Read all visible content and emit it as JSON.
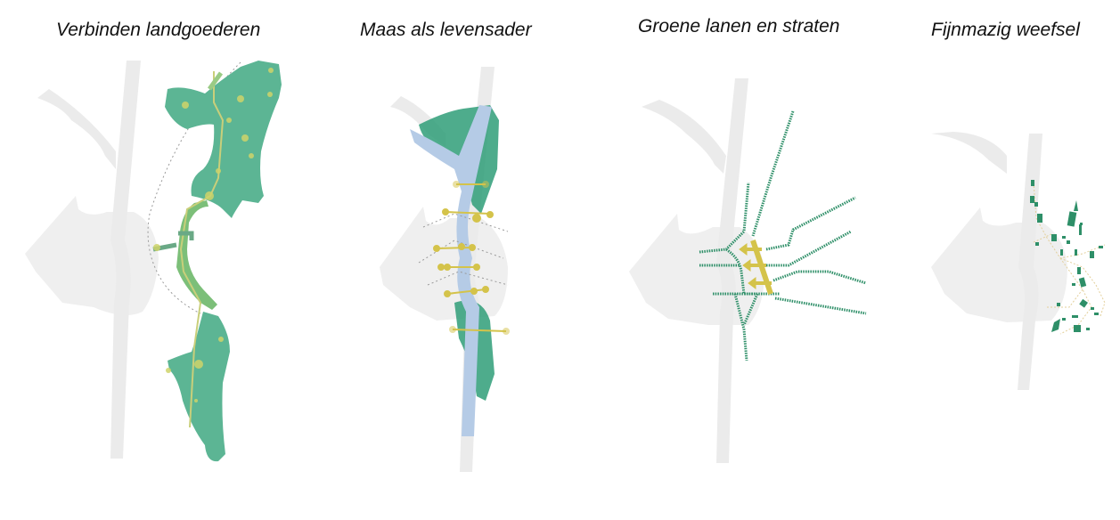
{
  "colors": {
    "background": "#ffffff",
    "base_gray": "#ebebeb",
    "city_gray": "#efefef",
    "green": "#5cb594",
    "dark_green": "#2e8f68",
    "water_blue": "#b5cbe6",
    "yellow": "#d4c34a",
    "path_yellow": "#c9cf7a",
    "dotted_gray": "#9a9a9a"
  },
  "panels": [
    {
      "id": "verbinden-landgoederen",
      "title": "Verbinden landgoederen"
    },
    {
      "id": "maas-als-levensader",
      "title": "Maas als levensader"
    },
    {
      "id": "groene-lanen-en-straten",
      "title": "Groene lanen en straten"
    },
    {
      "id": "fijnmazig-weefsel",
      "title": "Fijnmazig weefsel"
    }
  ]
}
